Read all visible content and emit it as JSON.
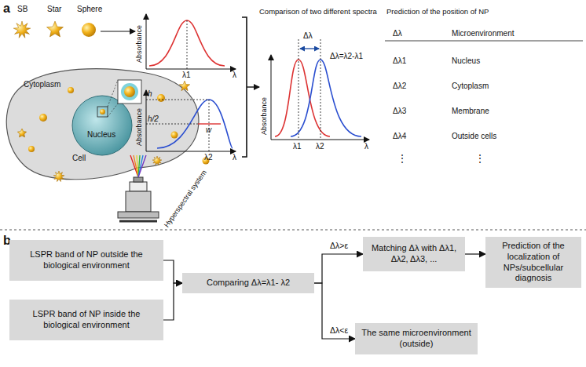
{
  "diagram": {
    "nodes": [
      {
        "text": [
          "LSPR band of NP outside the biological environment"
        ]
      },
      {
        "text": [
          "LSPR band of NP inside the biological environment"
        ]
      },
      {
        "text": [
          "Comparing Δλ=λ1- λ2"
        ]
      },
      {
        "text": [
          "Matching Δλ with Δλ1, Δλ2, Δλ3, ..."
        ]
      },
      {
        "text": [
          "Prediction of the localization of NPs/subcellular diagnosis"
        ]
      },
      {
        "text": [
          "The same microenvironment (outside)"
        ]
      }
    ],
    "edges": [
      {
        "from": 0,
        "to": 2,
        "arrow": "to"
      },
      {
        "from": 1,
        "to": 2,
        "arrow": "to"
      },
      {
        "from": 2,
        "to": 3,
        "label": "Δλ>ε",
        "arrow": "to"
      },
      {
        "from": 2,
        "to": 5,
        "label": "Δλ<ε",
        "arrow": "to"
      },
      {
        "from": 3,
        "to": 4,
        "arrow": "to"
      }
    ],
    "labels": [
      "a",
      "SB",
      "Star",
      "Sphere",
      "Absorbance",
      "λ1",
      "λ",
      "Absorbance",
      "h",
      "h/2",
      "w",
      "λ2",
      "λ",
      "Cytoplasm",
      "Nucleus",
      "Cell",
      "Hyperspectral system",
      "Comparison of two different spectra",
      "Δλ",
      "Δλ=λ2-λ1",
      "Absorbance",
      "λ1",
      "λ2",
      "λ",
      "Prediction of the position of NP",
      "Δλ",
      "Microenvironment",
      "Δλ1",
      "Nucleus",
      "Δλ2",
      "Cytoplasm",
      "Δλ3",
      "Membrane",
      "Δλ4",
      "Outside cells",
      "⋮",
      "⋮",
      "b"
    ]
  }
}
